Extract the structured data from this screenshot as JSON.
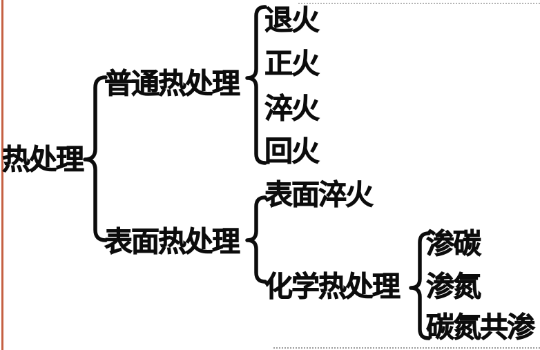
{
  "diagram": {
    "title": "heat-treatment classification tree",
    "root": {
      "label": "热处理"
    },
    "branches": [
      {
        "label": "普通热处理",
        "children": [
          {
            "label": "退火"
          },
          {
            "label": "正火"
          },
          {
            "label": "淬火"
          },
          {
            "label": "回火"
          }
        ]
      },
      {
        "label": "表面热处理",
        "children": [
          {
            "label": "表面淬火"
          },
          {
            "label": "化学热处理",
            "children": [
              {
                "label": "渗碳"
              },
              {
                "label": "渗氮"
              },
              {
                "label": "碳氮共渗"
              }
            ]
          }
        ]
      }
    ],
    "colors": {
      "ink": "#0c0c0c",
      "margin_line": "#bf4f2e",
      "scan_edge": "#b3b3b3"
    }
  }
}
